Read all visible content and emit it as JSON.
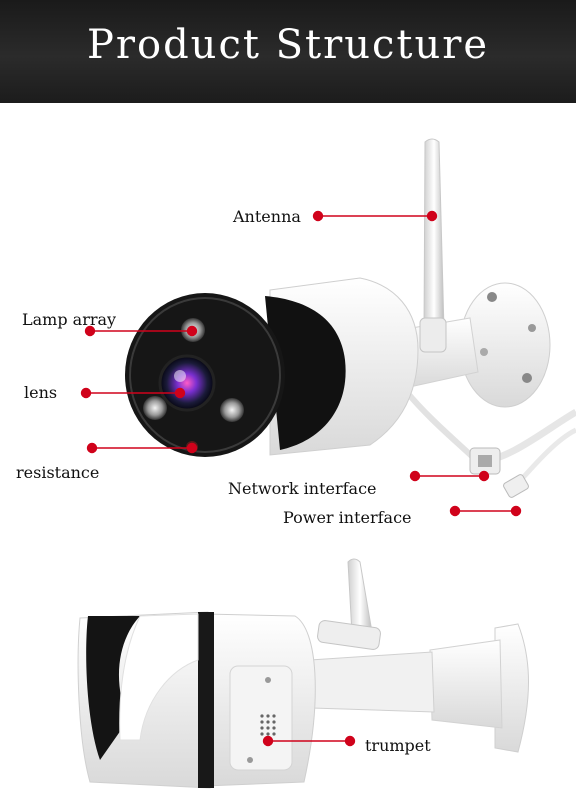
{
  "header": {
    "title": "Product Structure"
  },
  "labels": {
    "antenna": "Antenna",
    "lamp_array": "Lamp array",
    "lens": "lens",
    "resistance": "resistance",
    "network_interface": "Network interface",
    "power_interface": "Power interface",
    "trumpet": "trumpet"
  },
  "colors": {
    "header_bg": "#222222",
    "callout": "#d0021b",
    "text": "#111111"
  }
}
